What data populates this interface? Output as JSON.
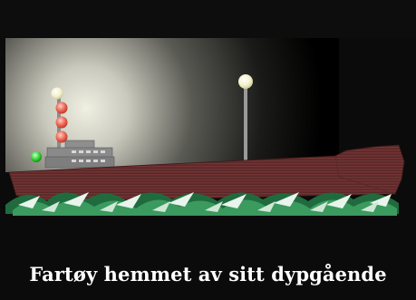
{
  "caption": "Fartøy hemmet av sitt dypgående",
  "lights": {
    "masthead": "white",
    "restricted_by_draught": [
      "red",
      "red",
      "red"
    ],
    "sidelight": "green",
    "stern_mast": "white"
  },
  "colors": {
    "background": "#0b0b0b",
    "hull": "#6b2f2f",
    "superstructure": "#8a8a8a",
    "sea": "#2e7d4f",
    "caption": "#ffffff"
  }
}
